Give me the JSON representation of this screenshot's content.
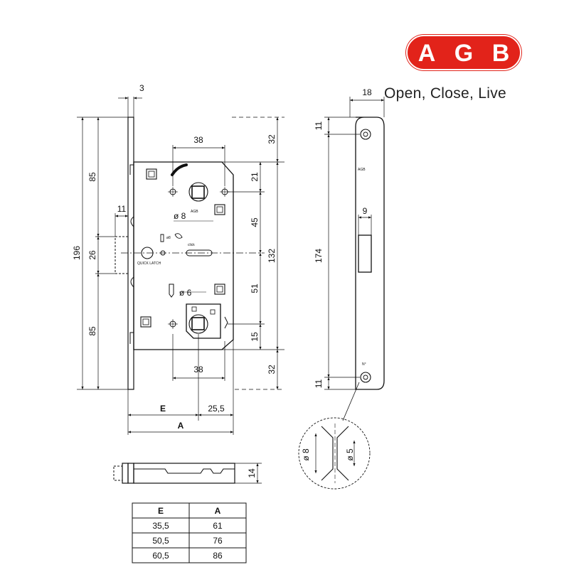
{
  "brand": {
    "logo_letters": [
      "A",
      "G",
      "B"
    ],
    "tagline": "Open, Close, Live",
    "logo_color": "#e2231a"
  },
  "front_view": {
    "dims": {
      "plate_thickness": "3",
      "spindle_center_span": "38",
      "top_offset": "32",
      "top_to_first": "21",
      "mid_upper": "45",
      "total_center": "132",
      "mid_lower": "51",
      "bottom_to_last": "15",
      "bottom_offset": "32",
      "height_total": "196",
      "upper_85": "85",
      "latch_26": "26",
      "lower_85": "85",
      "latch_projection": "11",
      "bottom_center_span": "38",
      "dim_e": "E",
      "dim_25_5": "25,5",
      "dim_a": "A",
      "dia_8": "ø 8",
      "dia_6": "ø 6"
    },
    "body_labels": {
      "quick_latch": "QUICK LATCH",
      "click": "click",
      "small_dia": "ø8",
      "brand_mark": "AGB"
    }
  },
  "side_view": {
    "dims": {
      "width_18": "18",
      "top_11": "11",
      "height_174": "174",
      "slot_9": "9",
      "bottom_11": "11",
      "n_mark": "N°",
      "brand_mark": "AGB"
    }
  },
  "detail": {
    "dims": {
      "dia_8": "ø 8",
      "dia_5": "ø 5"
    }
  },
  "latch_view": {
    "dims": {
      "width_14": "14"
    }
  },
  "table": {
    "headers": [
      "E",
      "A"
    ],
    "rows": [
      [
        "35,5",
        "61"
      ],
      [
        "50,5",
        "76"
      ],
      [
        "60,5",
        "86"
      ]
    ]
  },
  "colors": {
    "line": "#111111",
    "logo_red": "#e2231a"
  }
}
